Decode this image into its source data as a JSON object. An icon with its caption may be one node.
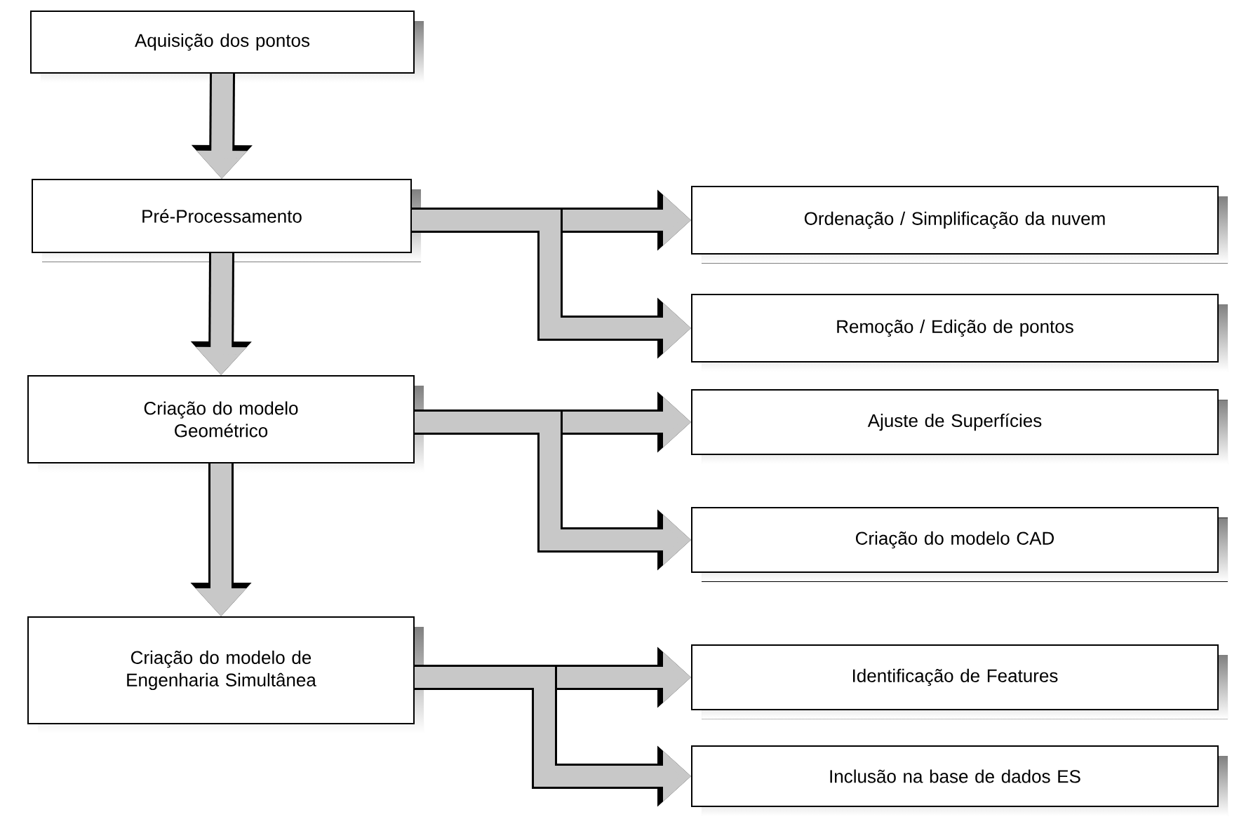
{
  "diagram": {
    "nodes": [
      {
        "text": [
          "Aquisição dos pontos"
        ]
      },
      {
        "text": [
          "Pré-Processamento"
        ]
      },
      {
        "text": [
          "Ordenação / Simplificação da nuvem"
        ]
      },
      {
        "text": [
          "Remoção / Edição de pontos"
        ]
      },
      {
        "text": [
          "Criação do modelo Geométrico"
        ]
      },
      {
        "text": [
          "Ajuste de Superfícies"
        ]
      },
      {
        "text": [
          "Criação do modelo CAD"
        ]
      },
      {
        "text": [
          "Criação do modelo de Engenharia Simultânea"
        ]
      },
      {
        "text": [
          "Identificação de Features"
        ]
      },
      {
        "text": [
          "Inclusão na base de dados ES"
        ]
      }
    ],
    "edges": [
      {
        "from": 0,
        "to": 1,
        "arrow": "to"
      },
      {
        "from": 1,
        "to": 4,
        "arrow": "to"
      },
      {
        "from": 4,
        "to": 7,
        "arrow": "to"
      },
      {
        "from": 1,
        "to": 2,
        "arrow": "to"
      },
      {
        "from": 1,
        "to": 3,
        "arrow": "to"
      },
      {
        "from": 4,
        "to": 5,
        "arrow": "to"
      },
      {
        "from": 4,
        "to": 6,
        "arrow": "to"
      },
      {
        "from": 7,
        "to": 8,
        "arrow": "to"
      },
      {
        "from": 7,
        "to": 9,
        "arrow": "to"
      }
    ]
  }
}
